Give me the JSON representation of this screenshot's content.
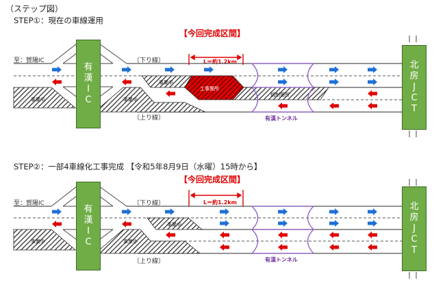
{
  "title": "（ステップ図）",
  "steps": [
    {
      "label": "STEP①：現在の車線運用",
      "section_title": "【今回完成区間】",
      "length_label": "L＝約1.2km",
      "direction_to": "至：賀陽IC",
      "down_line": "〔下り線〕",
      "up_line": "〔上り線〕",
      "ic_name": [
        "有",
        "漢",
        "I",
        "C"
      ],
      "jct_name": [
        "北",
        "房",
        "J",
        "C",
        "T"
      ],
      "tunnel_label": "有漢トンネル",
      "construction_labels": [
        "事業中",
        "事業中",
        "事業中"
      ],
      "work_site_label": "工事箇所",
      "restricted_label": "規制箇所"
    },
    {
      "label": "STEP②：一部4車線化工事完成 【令和5年8月9日（水曜）15時から】",
      "section_title": "【今回完成区間】",
      "length_label": "L＝約1.2km",
      "direction_to": "至：賀陽IC",
      "down_line": "〔下り線〕",
      "up_line": "〔上り線〕",
      "ic_name": [
        "有",
        "漢",
        "I",
        "C"
      ],
      "jct_name": [
        "北",
        "房",
        "J",
        "C",
        "T"
      ],
      "tunnel_label": "有漢トンネル",
      "construction_labels": [
        "事業中",
        "事業中",
        "事業中"
      ]
    }
  ],
  "colors": {
    "interchange_green": "#70ad47",
    "arrow_blue": "#1f6fd6",
    "arrow_red": "#e00000",
    "tunnel_purple": "#8e5cc9",
    "highlight_red": "#e00000",
    "work_site_red": "#d40000"
  }
}
